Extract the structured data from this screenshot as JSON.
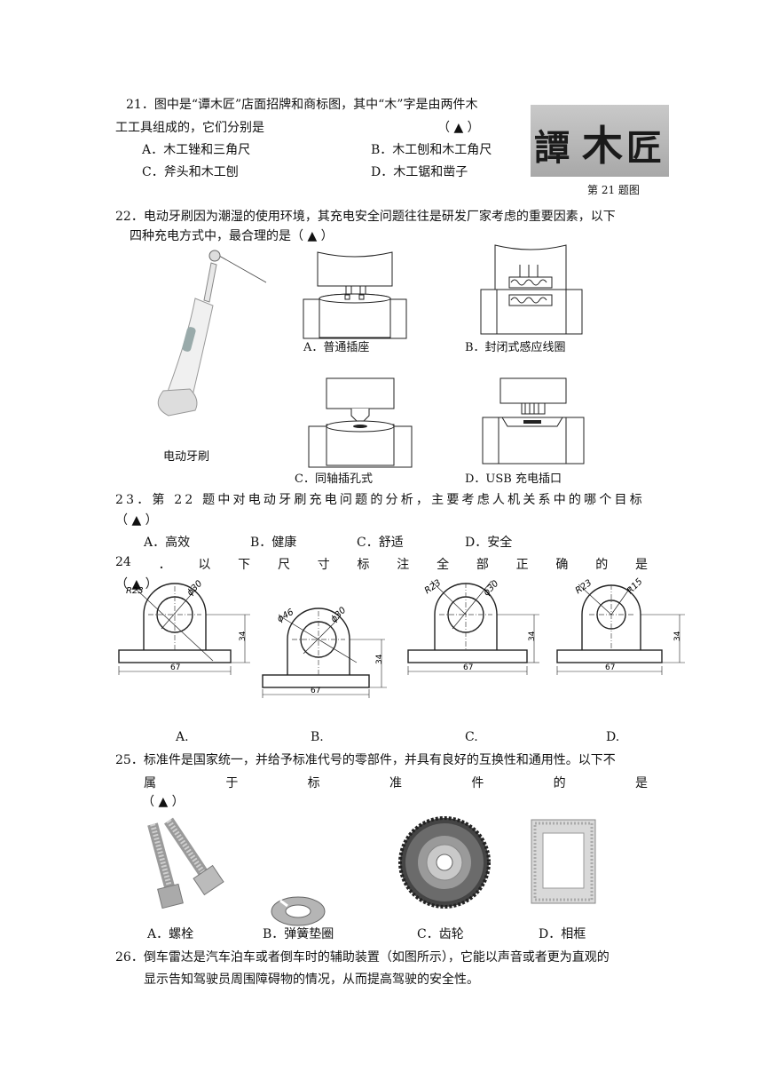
{
  "q21": {
    "line1": "21．图中是“谭木匠”店面招牌和商标图，其中“木”字是由两件木",
    "line2": "工工具组成的，它们分别是",
    "answer": "（ ▲ ）",
    "opt_a": "A．木工锉和三角尺",
    "opt_b": "B．木工刨和木工角尺",
    "opt_c": "C．斧头和木工刨",
    "opt_d": "D．木工锯和凿子",
    "logo_text": [
      "譚",
      "木",
      "匠"
    ],
    "figure_caption": "第 21 题图"
  },
  "q22": {
    "line1": "22．电动牙刷因为潮湿的使用环境，其充电安全问题往往是研发厂家考虑的重要因素，以下",
    "line2": "四种充电方式中，最合理的是（ ▲ ）",
    "toothbrush_caption": "电动牙刷",
    "opt_a": "A．普通插座",
    "opt_b": "B．封闭式感应线圈",
    "opt_c": "C．同轴插孔式",
    "opt_d": "D．USB 充电插口"
  },
  "q23": {
    "line1": "23．第 22 题中对电动牙刷充电问题的分析，主要考虑人机关系中的哪个目标",
    "line2": "（ ▲ ）",
    "opt_a": "A．高效",
    "opt_b": "B．健康",
    "opt_c": "C．舒适",
    "opt_d": "D．安全"
  },
  "q24": {
    "words": [
      "24",
      "．",
      "以",
      "下",
      "尺",
      "寸",
      "标",
      "注",
      "全",
      "部",
      "正",
      "确",
      "的",
      "是"
    ],
    "answer": "（ ▲ ）",
    "dims": {
      "a": {
        "r": "R23",
        "d": "ϕ30",
        "h": "34",
        "w": "67"
      },
      "b": {
        "r": "ϕ46",
        "d": "ϕ30",
        "h": "34",
        "w": "67"
      },
      "c": {
        "r": "R23",
        "d": "ϕ30",
        "h": "34",
        "w": "67"
      },
      "d": {
        "r": "R23",
        "d": "R15",
        "h": "34",
        "w": "67"
      }
    },
    "labels": [
      "A.",
      "B.",
      "C.",
      "D."
    ]
  },
  "q25": {
    "line1": "25．标准件是国家统一，并给予标准代号的零部件，并具有良好的互换性和通用性。以下不",
    "words": [
      "属",
      "于",
      "标",
      "准",
      "件",
      "的",
      "是"
    ],
    "answer": "（ ▲ ）",
    "opt_a": "A．螺栓",
    "opt_b": "B．弹簧垫圈",
    "opt_c": "C．齿轮",
    "opt_d": "D．相框"
  },
  "q26": {
    "line1": "26．倒车雷达是汽车泊车或者倒车时的辅助装置（如图所示），它能以声音或者更为直观的",
    "line2": "显示告知驾驶员周围障碍物的情况，从而提高驾驶的安全性。"
  },
  "colors": {
    "text": "#111111",
    "line": "#222222",
    "logo_bg": "#b9b9b9"
  }
}
